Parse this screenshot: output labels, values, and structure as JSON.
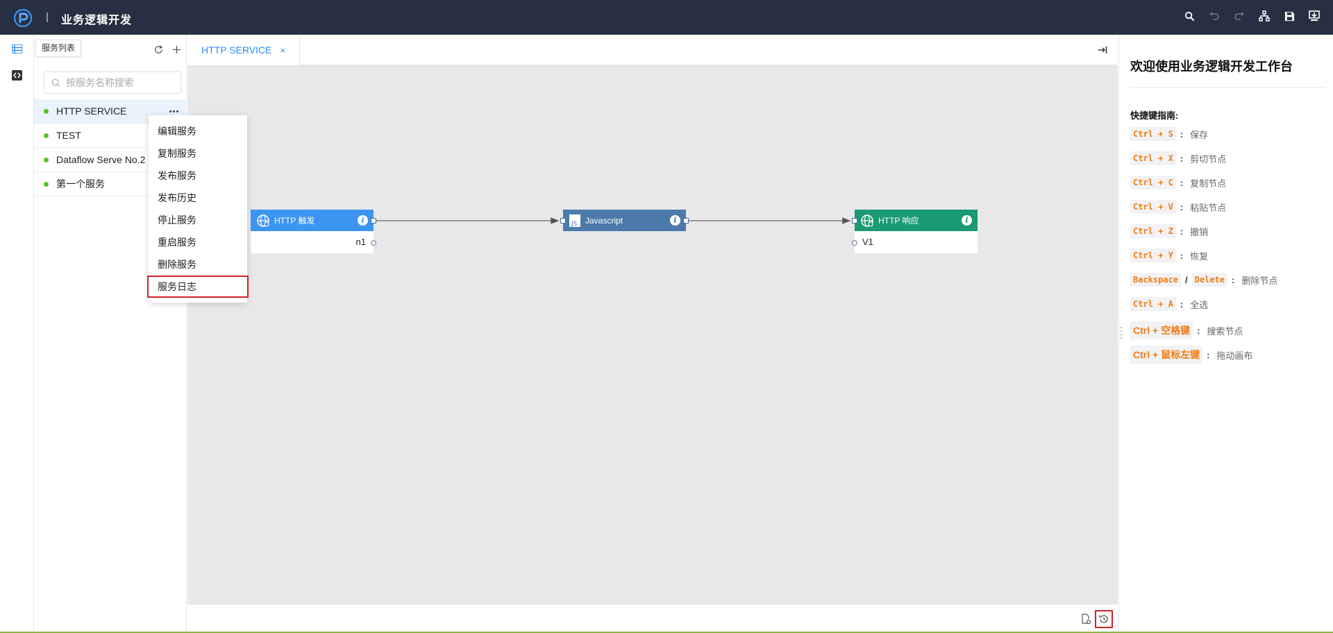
{
  "header": {
    "title": "业务逻辑开发",
    "separator": "|",
    "icons": [
      "search-icon",
      "undo-icon",
      "redo-icon",
      "sitemap-icon",
      "save-icon",
      "deploy-icon"
    ]
  },
  "sidebar": {
    "tooltip": "服务列表",
    "search_placeholder": "按服务名称搜索",
    "services": [
      {
        "name": "HTTP SERVICE",
        "status": "running"
      },
      {
        "name": "TEST",
        "status": "running"
      },
      {
        "name": "Dataflow Serve No.2",
        "status": "running"
      },
      {
        "name": "第一个服务",
        "status": "running"
      }
    ]
  },
  "context_menu": {
    "items": [
      "编辑服务",
      "复制服务",
      "发布服务",
      "发布历史",
      "停止服务",
      "重启服务",
      "删除服务",
      "服务日志"
    ]
  },
  "tabs": [
    {
      "label": "HTTP SERVICE",
      "close": "×"
    }
  ],
  "flow": {
    "nodes": [
      {
        "title": "HTTP 触发",
        "output": "n1",
        "color": "#3d95f2"
      },
      {
        "title": "Javascript",
        "output": "",
        "color": "#4c7aab"
      },
      {
        "title": "HTTP 响应",
        "input": "V1",
        "color": "#1a9a72"
      }
    ],
    "info_glyph": "i"
  },
  "right_panel": {
    "title": "欢迎使用业务逻辑开发工作台",
    "subtitle": "快捷键指南:",
    "shortcuts": [
      {
        "keys": [
          "Ctrl + S"
        ],
        "desc": "保存"
      },
      {
        "keys": [
          "Ctrl + X"
        ],
        "desc": "剪切节点"
      },
      {
        "keys": [
          "Ctrl + C"
        ],
        "desc": "复制节点"
      },
      {
        "keys": [
          "Ctrl + V"
        ],
        "desc": "粘贴节点"
      },
      {
        "keys": [
          "Ctrl + Z"
        ],
        "desc": "撤销"
      },
      {
        "keys": [
          "Ctrl + Y"
        ],
        "desc": "恢复"
      },
      {
        "keys": [
          "Backspace",
          "Delete"
        ],
        "desc": "删除节点",
        "joiner": "/"
      },
      {
        "keys": [
          "Ctrl + A"
        ],
        "desc": "全选"
      },
      {
        "keys": [
          "Ctrl + 空格键"
        ],
        "desc": "搜索节点"
      },
      {
        "keys": [
          "Ctrl + 鼠标左键"
        ],
        "desc": "拖动画布"
      }
    ],
    "colon": ":"
  },
  "colors": {
    "topbar": "#263042",
    "accent": "#2d8cf0",
    "status_green": "#52c41a",
    "highlight_red": "#d0222a",
    "shortcut_key": "#f07c12"
  }
}
